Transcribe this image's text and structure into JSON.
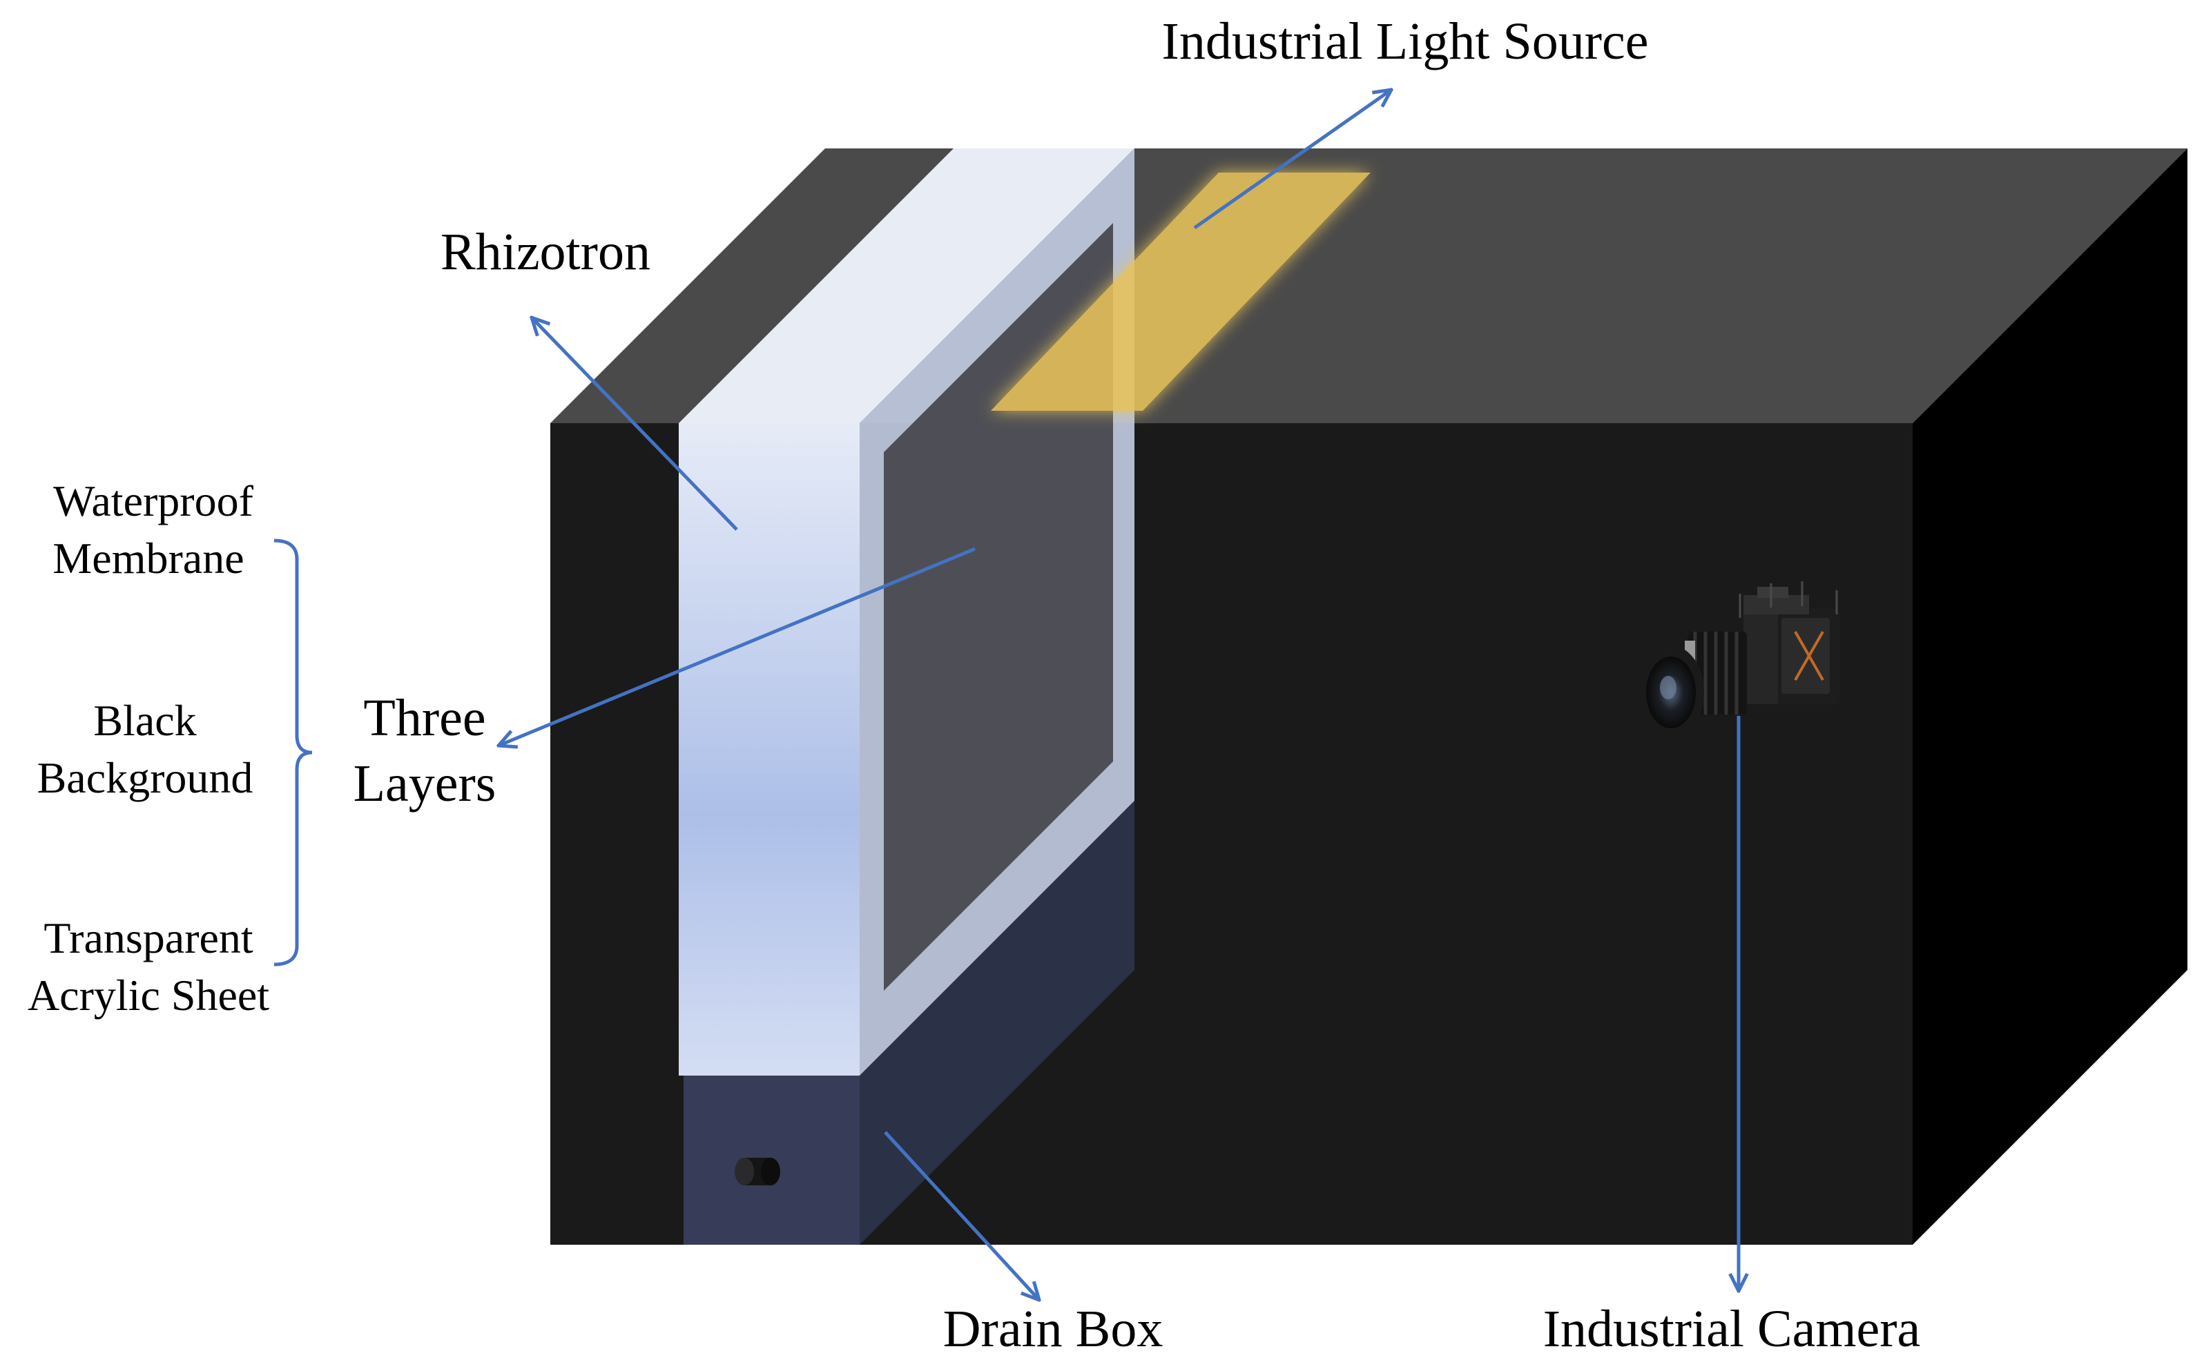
{
  "labels": {
    "light_source": "Industrial Light Source",
    "rhizotron": "Rhizotron",
    "three_layers_line1": "Three",
    "three_layers_line2": "Layers",
    "waterproof_line1": "Waterproof",
    "waterproof_line2": "Membrane",
    "black_bg_line1": "Black",
    "black_bg_line2": "Background",
    "acrylic_line1": "Transparent",
    "acrylic_line2": "Acrylic Sheet",
    "drain_box": "Drain Box",
    "camera": "Industrial Camera"
  },
  "colors": {
    "box_front": "#1a1a1a",
    "box_top": "#4a4a4a",
    "box_side": "#000000",
    "light_source": "#e8c35a",
    "arrow": "#4472c4",
    "rhizotron_panel": "#c8d4ef",
    "drain_box": "#2e3450"
  },
  "icons": {
    "camera": "industrial-camera-icon",
    "drain_valve": "drain-valve-icon"
  }
}
